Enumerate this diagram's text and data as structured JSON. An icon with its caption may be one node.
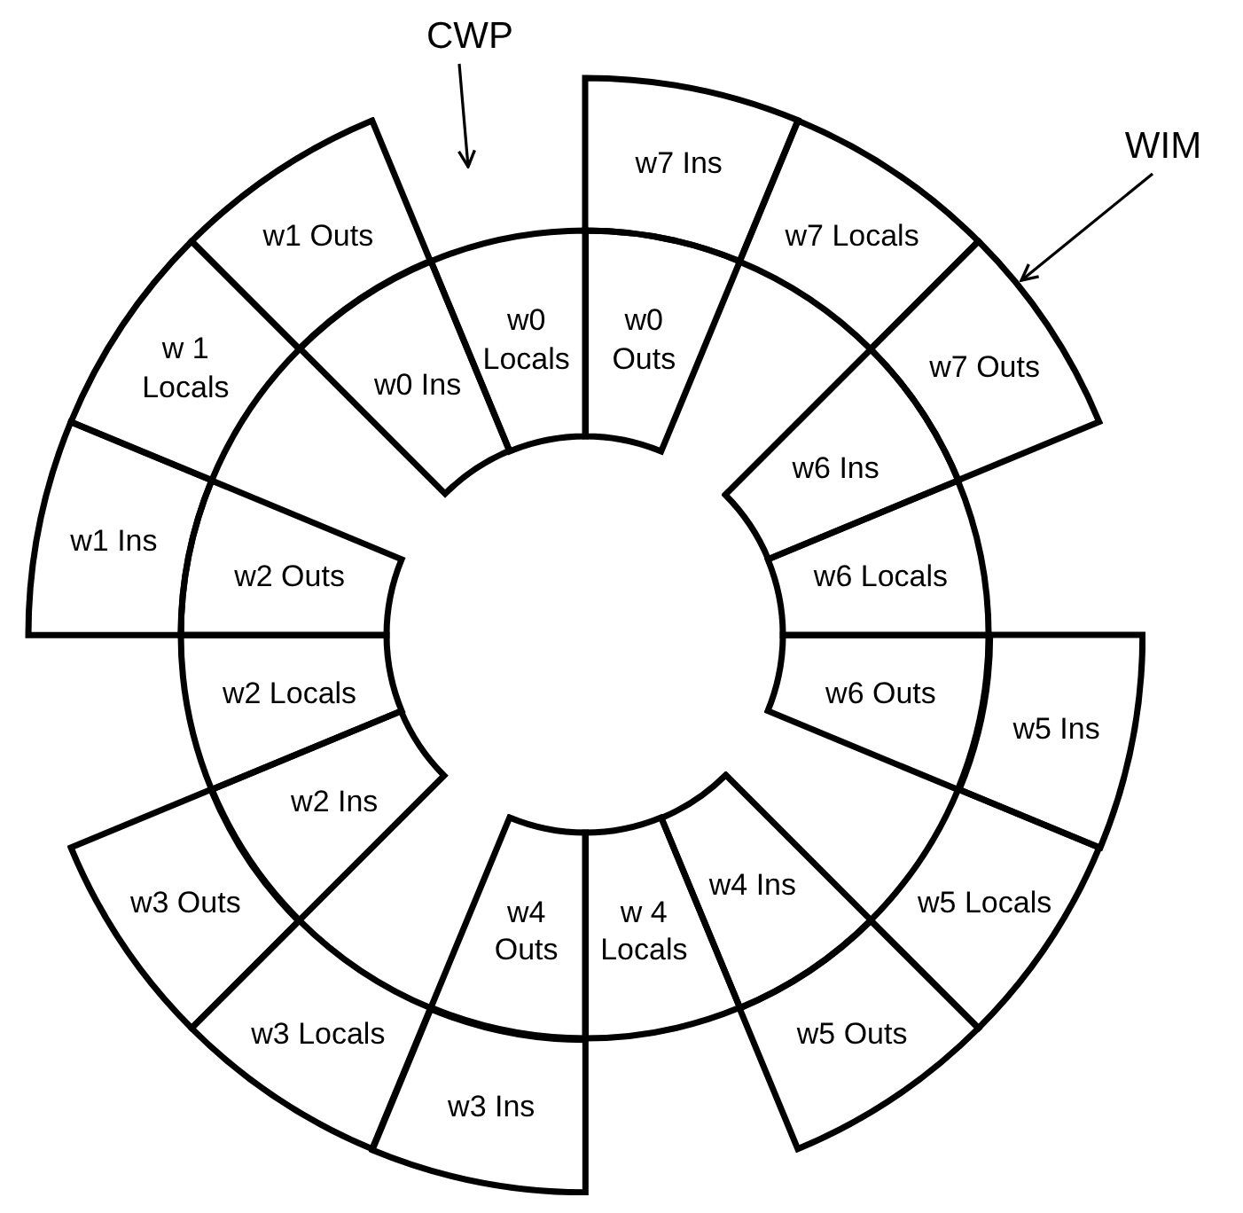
{
  "diagram": {
    "nodes": [
      {
        "text": [
          "w7 Ins"
        ]
      },
      {
        "text": [
          "w7 Locals"
        ]
      },
      {
        "text": [
          "w7 Outs"
        ]
      },
      {
        "text": [
          "w6 Ins"
        ]
      },
      {
        "text": [
          "w6 Locals"
        ]
      },
      {
        "text": [
          "w6 Outs"
        ]
      },
      {
        "text": [
          "w5 Ins"
        ]
      },
      {
        "text": [
          "w5 Locals"
        ]
      },
      {
        "text": [
          "w5 Outs"
        ]
      },
      {
        "text": [
          "w4 Ins"
        ]
      },
      {
        "text": [
          "w 4 Locals"
        ]
      },
      {
        "text": [
          "w4 Outs"
        ]
      },
      {
        "text": [
          "w3 Ins"
        ]
      },
      {
        "text": [
          "w3 Locals"
        ]
      },
      {
        "text": [
          "w3 Outs"
        ]
      },
      {
        "text": [
          "w2 Ins"
        ]
      },
      {
        "text": [
          "w2 Locals"
        ]
      },
      {
        "text": [
          "w2 Outs"
        ]
      },
      {
        "text": [
          "w1 Ins"
        ]
      },
      {
        "text": [
          "w 1 Locals"
        ]
      },
      {
        "text": [
          "w1 Outs"
        ]
      },
      {
        "text": [
          "w0 Ins"
        ]
      },
      {
        "text": [
          "w0 Locals"
        ]
      },
      {
        "text": [
          "w0 Outs"
        ]
      },
      {
        "text": [
          "CWP"
        ]
      },
      {
        "text": [
          "WIM"
        ]
      }
    ],
    "edges": [
      {
        "from": 24,
        "to": null,
        "arrow": "to"
      },
      {
        "from": 25,
        "to": 2,
        "arrow": "to"
      }
    ]
  }
}
